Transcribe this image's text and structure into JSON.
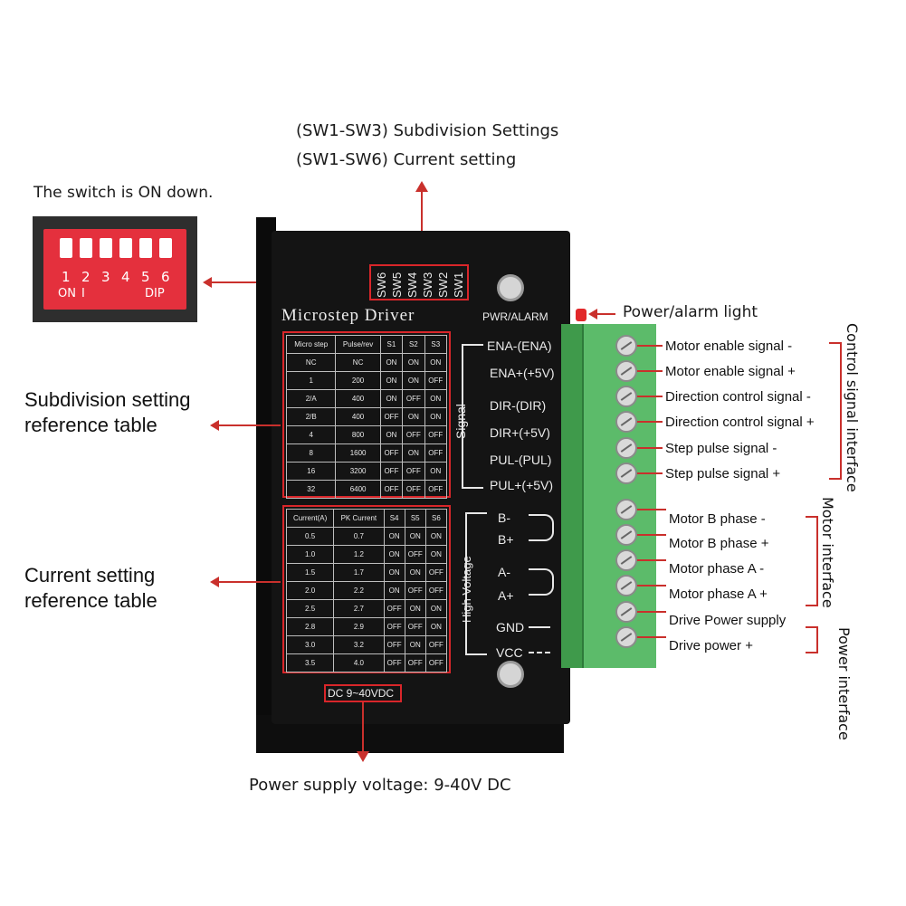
{
  "annotations": {
    "sw_line1": "(SW1-SW3) Subdivision Settings",
    "sw_line2": "(SW1-SW6) Current setting",
    "switch_note": "The switch is ON down.",
    "subdivision_table_label_1": "Subdivision setting",
    "subdivision_table_label_2": "reference table",
    "current_table_label_1": "Current setting",
    "current_table_label_2": "reference table",
    "power_light": "Power/alarm light",
    "power_supply_voltage": "Power supply voltage: 9-40V DC"
  },
  "dip_switch": {
    "numbers": [
      "1",
      "2",
      "3",
      "4",
      "5",
      "6"
    ],
    "on_label": "ON",
    "i_mark": "I",
    "dip_label": "DIP"
  },
  "driver": {
    "title": "Microstep Driver",
    "pwr_alarm": "PWR/ALARM",
    "switch_labels": [
      "SW6",
      "SW5",
      "SW4",
      "SW3",
      "SW2",
      "SW1"
    ],
    "signal_label": "Signal",
    "high_voltage_label": "High Voltage",
    "dc_label": "DC 9~40VDC",
    "terminals": [
      "ENA-(ENA)",
      "ENA+(+5V)",
      "DIR-(DIR)",
      "DIR+(+5V)",
      "PUL-(PUL)",
      "PUL+(+5V)"
    ],
    "motor_terminals": [
      "B-",
      "B+",
      "A-",
      "A+"
    ],
    "power_terminals": [
      "GND",
      "VCC"
    ]
  },
  "subdivision_table": {
    "headers": [
      "Micro step",
      "Pulse/rev",
      "S1",
      "S2",
      "S3"
    ],
    "rows": [
      [
        "NC",
        "NC",
        "ON",
        "ON",
        "ON"
      ],
      [
        "1",
        "200",
        "ON",
        "ON",
        "OFF"
      ],
      [
        "2/A",
        "400",
        "ON",
        "OFF",
        "ON"
      ],
      [
        "2/B",
        "400",
        "OFF",
        "ON",
        "ON"
      ],
      [
        "4",
        "800",
        "ON",
        "OFF",
        "OFF"
      ],
      [
        "8",
        "1600",
        "OFF",
        "ON",
        "OFF"
      ],
      [
        "16",
        "3200",
        "OFF",
        "OFF",
        "ON"
      ],
      [
        "32",
        "6400",
        "OFF",
        "OFF",
        "OFF"
      ]
    ]
  },
  "current_table": {
    "headers": [
      "Current(A)",
      "PK Current",
      "S4",
      "S5",
      "S6"
    ],
    "rows": [
      [
        "0.5",
        "0.7",
        "ON",
        "ON",
        "ON"
      ],
      [
        "1.0",
        "1.2",
        "ON",
        "OFF",
        "ON"
      ],
      [
        "1.5",
        "1.7",
        "ON",
        "ON",
        "OFF"
      ],
      [
        "2.0",
        "2.2",
        "ON",
        "OFF",
        "OFF"
      ],
      [
        "2.5",
        "2.7",
        "OFF",
        "ON",
        "ON"
      ],
      [
        "2.8",
        "2.9",
        "OFF",
        "OFF",
        "ON"
      ],
      [
        "3.0",
        "3.2",
        "OFF",
        "ON",
        "OFF"
      ],
      [
        "3.5",
        "4.0",
        "OFF",
        "OFF",
        "OFF"
      ]
    ]
  },
  "pin_labels": [
    "Motor enable signal -",
    "Motor enable signal +",
    "Direction control signal -",
    "Direction control signal +",
    "Step pulse signal -",
    "Step pulse signal +",
    "Motor B phase -",
    "Motor B phase +",
    "Motor phase A -",
    "Motor phase A +",
    "Drive Power supply",
    "Drive power +"
  ],
  "groups": {
    "control": "Control signal interface",
    "motor": "Motor interface",
    "power": "Power interface"
  },
  "colors": {
    "accent_red": "#d9262a",
    "terminal_green": "#5cbb6a",
    "driver_black": "#141414"
  }
}
